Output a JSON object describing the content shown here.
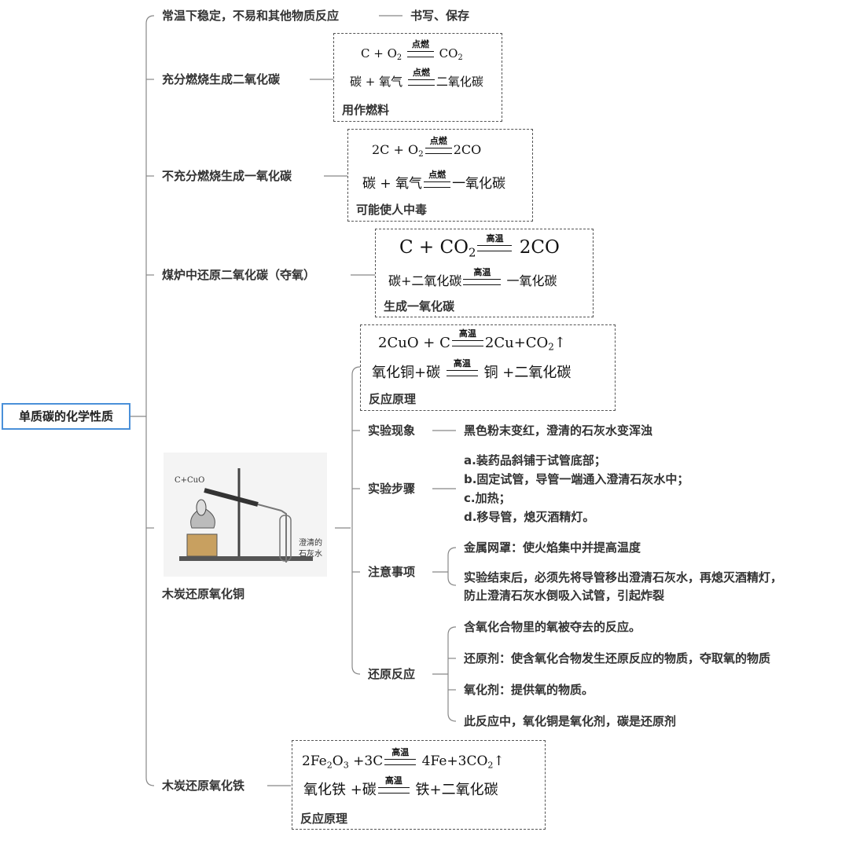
{
  "root": "单质碳的化学性质",
  "branches": {
    "stable": {
      "label": "常温下稳定，不易和其他物质反应",
      "leaf": "书写、保存"
    },
    "full_burn": {
      "label": "充分燃烧生成二氧化碳",
      "cond": "点燃",
      "eq1_left": "C + O",
      "eq1_sub": "2",
      "eq1_right": "CO",
      "eq1_right_sub": "2",
      "eq2_left": "碳 + 氧气",
      "eq2_right": "二氧化碳",
      "note": "用作燃料"
    },
    "partial_burn": {
      "label": "不充分燃烧生成一氧化碳",
      "cond": "点燃",
      "eq1_left": "2C + O",
      "eq1_sub": "2",
      "eq1_right": "2CO",
      "eq2_left": "碳 + 氧气",
      "eq2_right": "一氧化碳",
      "note": "可能使人中毒"
    },
    "furnace": {
      "label": "煤炉中还原二氧化碳（夺氧）",
      "cond": "高温",
      "eq1_left": "C + CO",
      "eq1_sub": "2",
      "eq1_right": "2CO",
      "eq2_left": "碳+二氧化碳",
      "eq2_right": "一氧化碳",
      "note": "生成一氧化碳"
    },
    "cuo": {
      "label": "木炭还原氧化铜",
      "image_label_top": "C+CuO",
      "image_label_bottom1": "澄清的",
      "image_label_bottom2": "石灰水",
      "principle": {
        "cond": "高温",
        "eq1_left": "2CuO + C",
        "eq1_right": "2Cu+CO",
        "eq1_sub": "2",
        "eq1_up": "↑",
        "eq2_left": "氧化铜+碳",
        "eq2_right": "铜 +二氧化碳",
        "note": "反应原理"
      },
      "phenomenon": {
        "label": "实验现象",
        "leaf": "黑色粉末变红，澄清的石灰水变浑浊"
      },
      "steps": {
        "label": "实验步骤",
        "items": [
          "a.装药品斜铺于试管底部；",
          "b.固定试管，导管一端通入澄清石灰水中；",
          "c.加热；",
          "d.移导管，熄灭酒精灯。"
        ]
      },
      "notes": {
        "label": "注意事项",
        "item1": "金属网罩：使火焰集中并提高温度",
        "item2a": "实验结束后，必须先将导管移出澄清石灰水，再熄灭酒精灯，",
        "item2b": "防止澄清石灰水倒吸入试管，引起炸裂"
      },
      "reduction": {
        "label": "还原反应",
        "items": [
          "含氧化合物里的氧被夺去的反应。",
          "还原剂：使含氧化合物发生还原反应的物质，夺取氧的物质",
          "氧化剂：提供氧的物质。",
          "此反应中，氧化铜是氧化剂，碳是还原剂"
        ]
      }
    },
    "fe2o3": {
      "label": "木炭还原氧化铁",
      "cond": "高温",
      "eq1_left": "2Fe",
      "eq1_s1": "2",
      "eq1_mid": "O",
      "eq1_s2": "3",
      "eq1_plus": " +3C",
      "eq1_right": "4Fe+3CO",
      "eq1_s3": "2",
      "eq1_up": "↑",
      "eq2_left": "氧化铁 +碳",
      "eq2_right": "铁+二氧化碳",
      "note": "反应原理"
    }
  }
}
